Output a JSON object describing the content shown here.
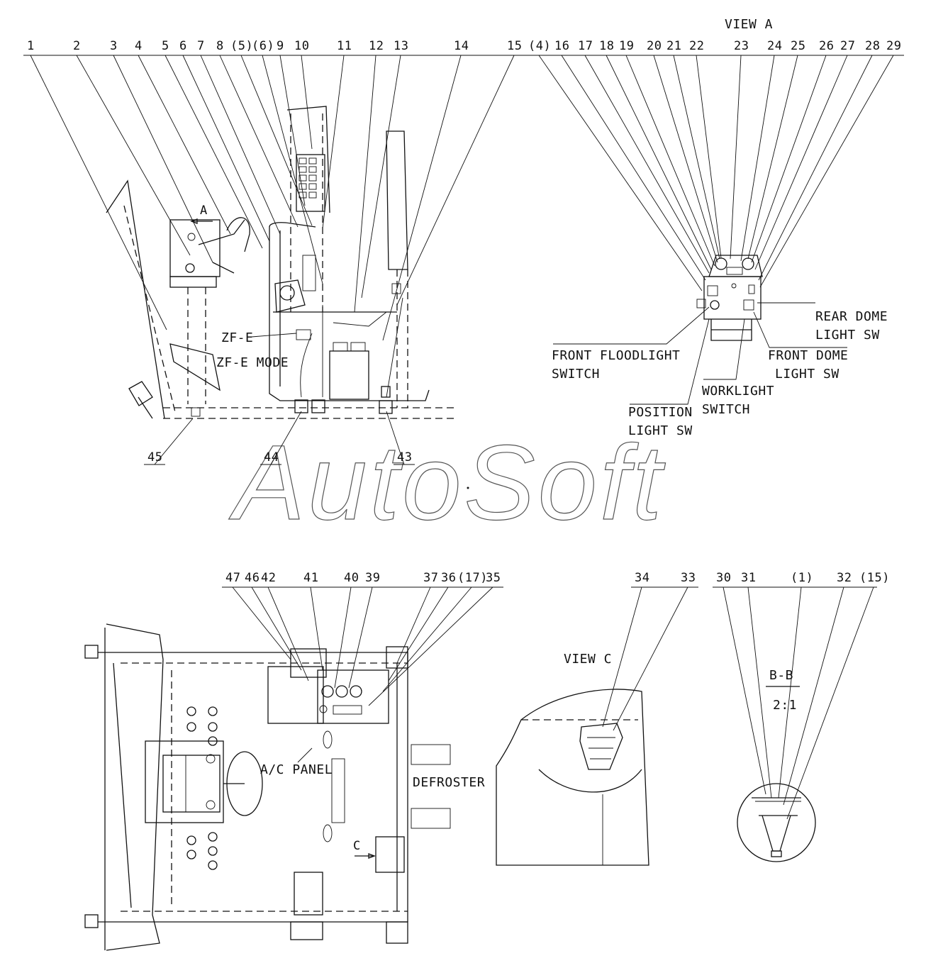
{
  "watermark": "AutoSoft",
  "views": {
    "view_a": "VIEW A",
    "view_c": "VIEW C",
    "section": "B-B",
    "section_scale": "2:1",
    "arrow_a": "A",
    "arrow_c": "C"
  },
  "callouts_top_left": [
    "1",
    "2",
    "3",
    "4",
    "5",
    "6",
    "7",
    "8",
    "(5)",
    "(6)",
    "9",
    "10",
    "11",
    "12",
    "13",
    "14",
    "15"
  ],
  "callouts_top_right": [
    "(4)",
    "16",
    "17",
    "18",
    "19",
    "20",
    "21",
    "22",
    "23",
    "24",
    "25",
    "26",
    "27",
    "28",
    "29"
  ],
  "callouts_side_bottom": [
    "45",
    "44",
    "43"
  ],
  "callouts_bottom_left": [
    "47",
    "46",
    "42",
    "41",
    "40",
    "39",
    "37",
    "36",
    "(17)",
    "35"
  ],
  "callouts_view_c": [
    "34",
    "33"
  ],
  "callouts_section": [
    "30",
    "31",
    "(1)",
    "32",
    "(15)"
  ],
  "labels": {
    "zf_e": "ZF-E",
    "zf_e_mode": "ZF-E MODE",
    "rear_dome_1": "REAR DOME",
    "rear_dome_2": "LIGHT SW",
    "front_flood_1": "FRONT FLOODLIGHT",
    "front_flood_2": "SWITCH",
    "front_dome_1": "FRONT DOME",
    "front_dome_2": "LIGHT SW",
    "worklight_1": "WORKLIGHT",
    "worklight_2": "SWITCH",
    "position_1": "POSITION",
    "position_2": "LIGHT SW",
    "ac_panel": "A/C PANEL",
    "defroster": "DEFROSTER"
  }
}
